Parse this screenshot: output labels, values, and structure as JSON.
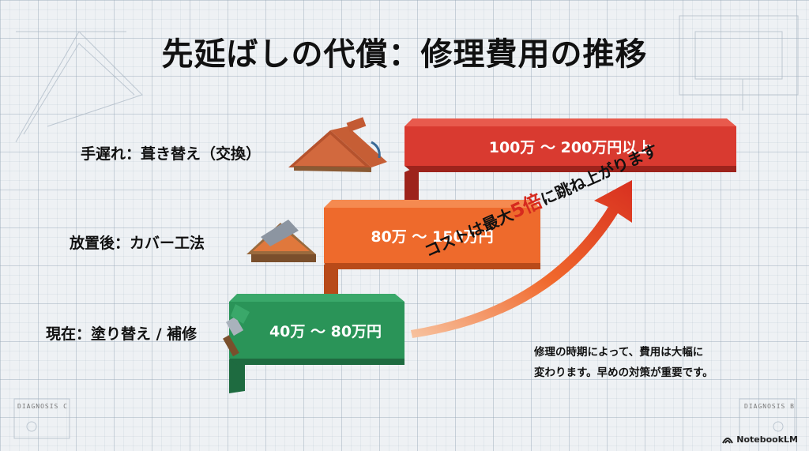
{
  "title": "先延ばしの代償：修理費用の推移",
  "steps": [
    {
      "label": "現在：塗り替え / 補修",
      "cost": "40万 ～ 80万円",
      "color": "#2a9458",
      "side": "#1e6b40",
      "icon": "paint-brush-icon"
    },
    {
      "label": "放置後：カバー工法",
      "cost": "80万 ～ 150万円",
      "color": "#ee6a2c",
      "side": "#b84a19",
      "icon": "roof-cover-icon"
    },
    {
      "label": "手遅れ：葺き替え（交換）",
      "cost": "100万 ～ 200万円以上",
      "color": "#d93a30",
      "side": "#9d231c",
      "icon": "roof-replace-icon"
    }
  ],
  "arrow": {
    "text_before": "コストは最大",
    "text_highlight": "5倍",
    "text_after": "に跳ね上がります",
    "highlight_color": "#d62a1e"
  },
  "note": {
    "line1": "修理の時期によって、費用は大幅に",
    "line2": "変わります。早めの対策が重要です。"
  },
  "corner_left": "DIAGNOSIS  C",
  "corner_right": "DIAGNOSIS  B",
  "brand": "NotebookLM"
}
